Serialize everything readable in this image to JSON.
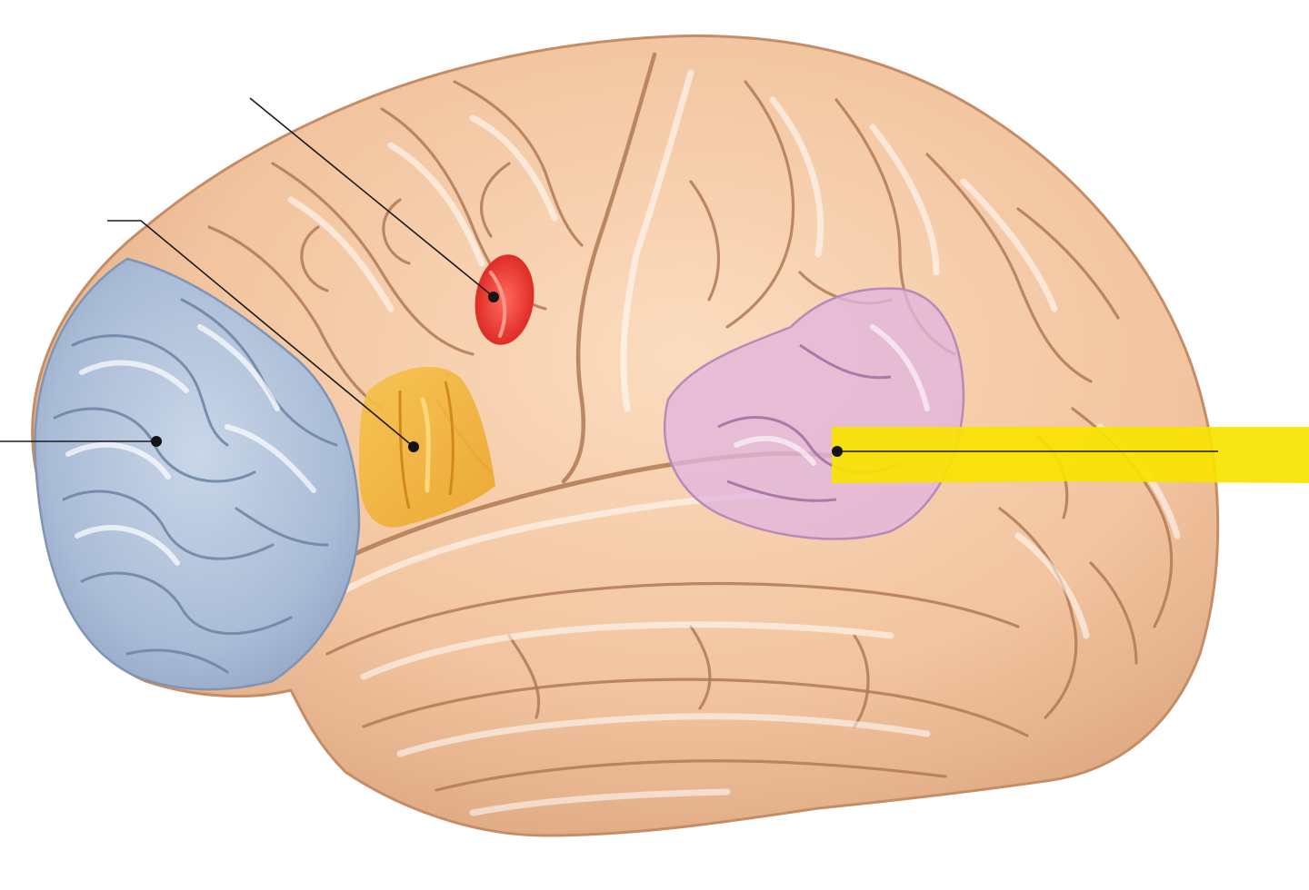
{
  "diagram": {
    "subject": "lateral-view-brain-illustration",
    "colors": {
      "background": "#ffffff",
      "cortex": "#f2c49f",
      "cortex_shadow": "#d9a27b",
      "sulcus": "#b07a55",
      "blue_region": "#a9bbd6",
      "red_region": "#e8312a",
      "orange_region": "#f2b33a",
      "pink_region": "#d9a9d6",
      "yellow_highlight": "#f7e300",
      "leader_line": "#1a1a1a"
    },
    "regions": [
      {
        "id": "blue-region",
        "color_key": "blue_region"
      },
      {
        "id": "red-region",
        "color_key": "red_region"
      },
      {
        "id": "orange-region",
        "color_key": "orange_region"
      },
      {
        "id": "pink-region",
        "color_key": "pink_region"
      }
    ],
    "leader_lines": [
      {
        "id": "leader-red",
        "target": "red-region"
      },
      {
        "id": "leader-orange",
        "target": "orange-region"
      },
      {
        "id": "leader-blue",
        "target": "blue-region"
      },
      {
        "id": "leader-pink",
        "target": "pink-region"
      }
    ],
    "labels": []
  }
}
